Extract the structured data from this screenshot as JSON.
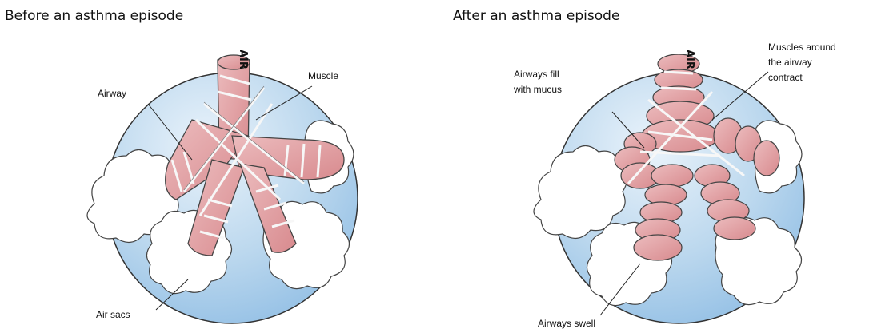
{
  "panels": {
    "before": {
      "title": "Before an asthma episode",
      "labels": {
        "airway": "Airway",
        "muscle": "Muscle",
        "air_sacs": "Air sacs",
        "air": "AIR"
      }
    },
    "after": {
      "title": "After an asthma episode",
      "labels": {
        "mucus_line1": "Airways fill",
        "mucus_line2": "with mucus",
        "muscles_line1": "Muscles around",
        "muscles_line2": "the airway",
        "muscles_line3": "contract",
        "swell": "Airways swell",
        "air": "AIR"
      }
    }
  },
  "colors": {
    "circle_fill": "#a9cde9",
    "circle_light": "#e6f1fa",
    "airway_fill": "#e3a3a6",
    "airway_dark": "#c9787c",
    "muscle_band": "#f4f4f4",
    "outline": "#333333",
    "cloud": "#ffffff"
  }
}
